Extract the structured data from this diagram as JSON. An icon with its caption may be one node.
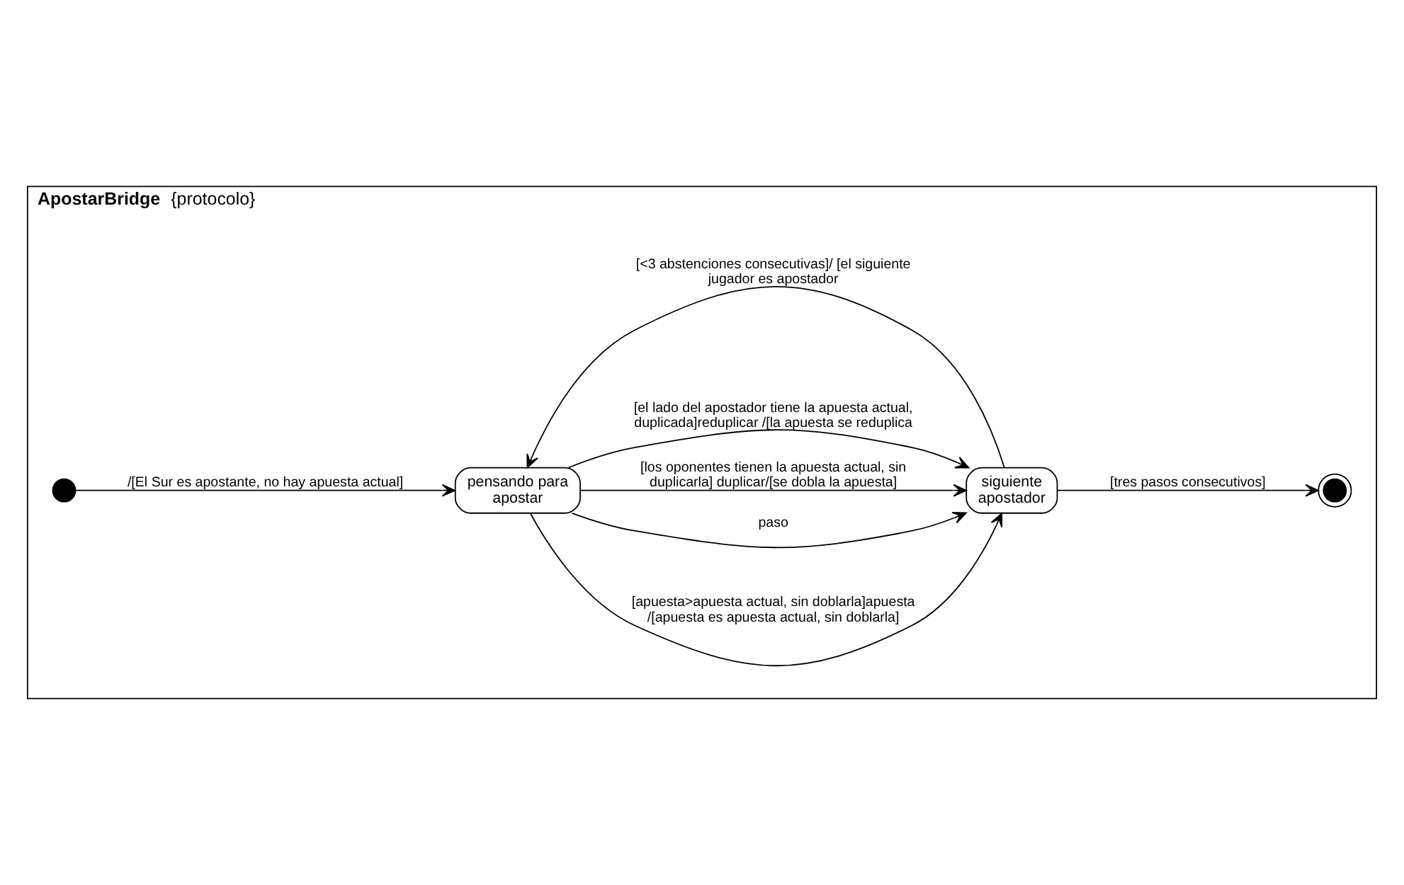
{
  "diagram": {
    "nodes": [
      {
        "text": [
          "ApostarBridge",
          "{protocolo}"
        ]
      },
      {
        "text": [],
        "shape": "circle",
        "in": 0
      },
      {
        "text": [
          "pensando para apostar"
        ],
        "in": 0
      },
      {
        "text": [
          "siguiente apostador"
        ],
        "in": 0
      },
      {
        "text": [],
        "shape": "circle",
        "in": 0
      }
    ],
    "edges": [
      {
        "from": 1,
        "to": 2,
        "arrow": "to",
        "label": "/[El Sur es apostante, no hay apuesta actual]"
      },
      {
        "from": 3,
        "to": 2,
        "arrow": "to",
        "label": "[<3 abstenciones consecutivas]/ [el siguiente jugador es apostador"
      },
      {
        "from": 2,
        "to": 3,
        "arrow": "to",
        "label": "[apuesta>apuesta actual, sin doblarla]apuesta /[apuesta es apuesta actual, sin doblarla]"
      },
      {
        "from": 2,
        "to": 3,
        "arrow": "to",
        "label": "paso"
      },
      {
        "from": 2,
        "to": 3,
        "arrow": "to",
        "label": "[los oponentes tienen la apuesta actual, sin duplicarla] duplicar/[se dobla la apuesta]"
      },
      {
        "from": 2,
        "to": 3,
        "arrow": "to",
        "label": "[el lado del apostador tiene la apuesta actual, duplicada]reduplicar /[la apuesta se reduplica"
      },
      {
        "from": 3,
        "to": 4,
        "arrow": "to",
        "label": "[tres pasos consecutivos]"
      }
    ]
  }
}
